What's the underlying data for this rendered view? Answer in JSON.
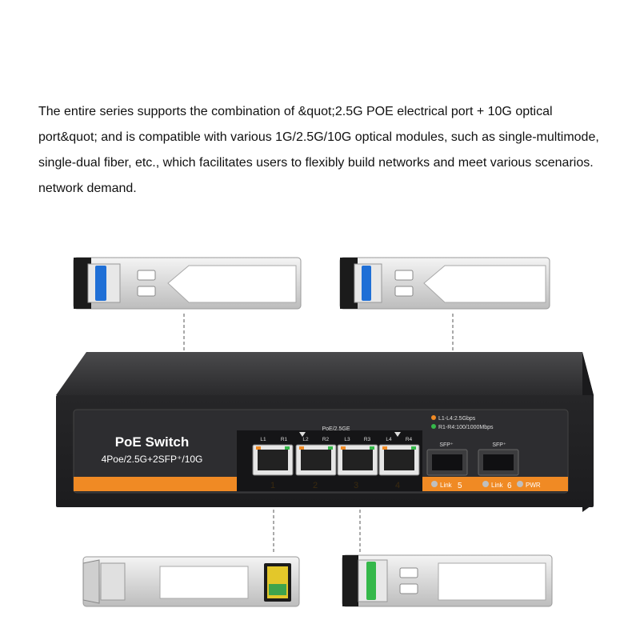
{
  "description": "The entire series supports the combination of &quot;2.5G POE electrical port + 10G optical port&quot; and is compatible with various 1G/2.5G/10G optical modules, such as single-multimode, single-dual fiber, etc., which facilitates users to flexibly build networks and meet various scenarios. network demand.",
  "device": {
    "title": "PoE  Switch",
    "subtitle": "4Poe/2.5G+2SFP⁺/10G",
    "port_group_label": "PoE/2.5GE",
    "led_labels": [
      "L1",
      "R1",
      "L2",
      "R2",
      "L3",
      "R3",
      "L4",
      "R4"
    ],
    "port_numbers": [
      "1",
      "2",
      "3",
      "4"
    ],
    "sfp_label": "SFP⁺",
    "link_labels": [
      "Link",
      "Link"
    ],
    "sfp_numbers": [
      "5",
      "6"
    ],
    "pwr_label": "PWR",
    "legend": [
      {
        "text": "L1-L4:2.5Gbps",
        "color": "#f08a24"
      },
      {
        "text": "R1-R4:100/1000Mbps",
        "color": "#3cb043"
      }
    ]
  },
  "colors": {
    "chassis": "#2b2b2d",
    "accent_orange": "#f08a24",
    "lc_blue": "#1f6fd6",
    "latch_green": "#35b84a"
  },
  "icons": [
    "sfp-module-blue-latch",
    "sfp-module-rj45",
    "sfp-module-green-latch"
  ]
}
